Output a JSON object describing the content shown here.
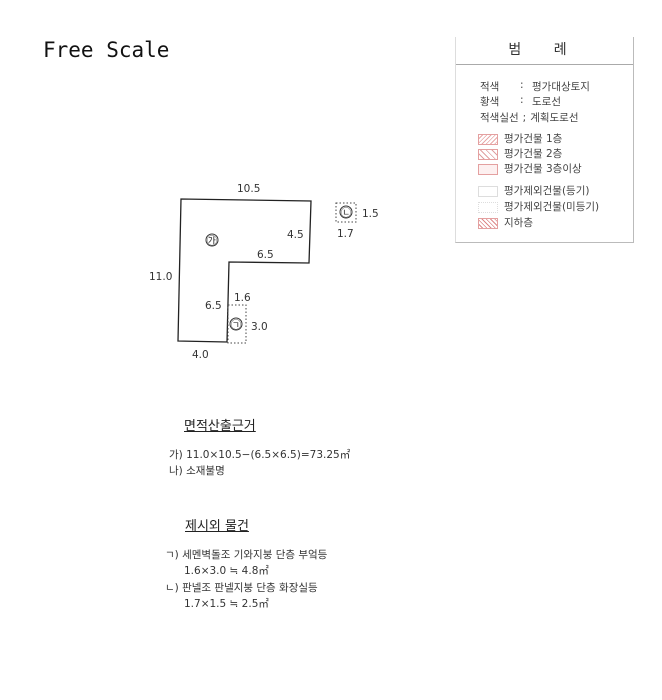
{
  "title": "Free Scale",
  "legend": {
    "title": "범 례",
    "colors": [
      {
        "name": "적색",
        "sep": ":",
        "desc": "평가대상토지"
      },
      {
        "name": "황색",
        "sep": ":",
        "desc": "도로선"
      },
      {
        "name": "적색실선",
        "sep": ";",
        "desc": "계획도로선"
      }
    ],
    "items": [
      "평가건물 1층",
      "평가건물 2층",
      "평가건물 3층이상",
      "평가제외건물(등기)",
      "평가제외건물(미등기)",
      "지하층"
    ]
  },
  "drawing": {
    "parcel_mark": "㉮",
    "mark_a": "㉠",
    "mark_b": "㉡",
    "dims": {
      "top": "10.5",
      "right_upper": "4.5",
      "inner_horizontal": "6.5",
      "left": "11.0",
      "inner_vertical": "6.5",
      "bottom": "4.0",
      "a_width": "1.6",
      "a_height": "3.0",
      "b_height": "1.5",
      "b_width": "1.7"
    }
  },
  "area_basis": {
    "heading": "면적산출근거",
    "lines": [
      "가) 11.0×10.5−(6.5×6.5)=73.25㎡",
      "나) 소재불명"
    ]
  },
  "extra_items": {
    "heading": "제시외 물건",
    "lines": [
      "ㄱ) 세멘벽돌조 기와지붕 단층 부엌등",
      "1.6×3.0 ≒ 4.8㎡",
      "ㄴ) 판넬조 판넬지붕 단층 화장실등",
      "1.7×1.5 ≒ 2.5㎡"
    ]
  }
}
